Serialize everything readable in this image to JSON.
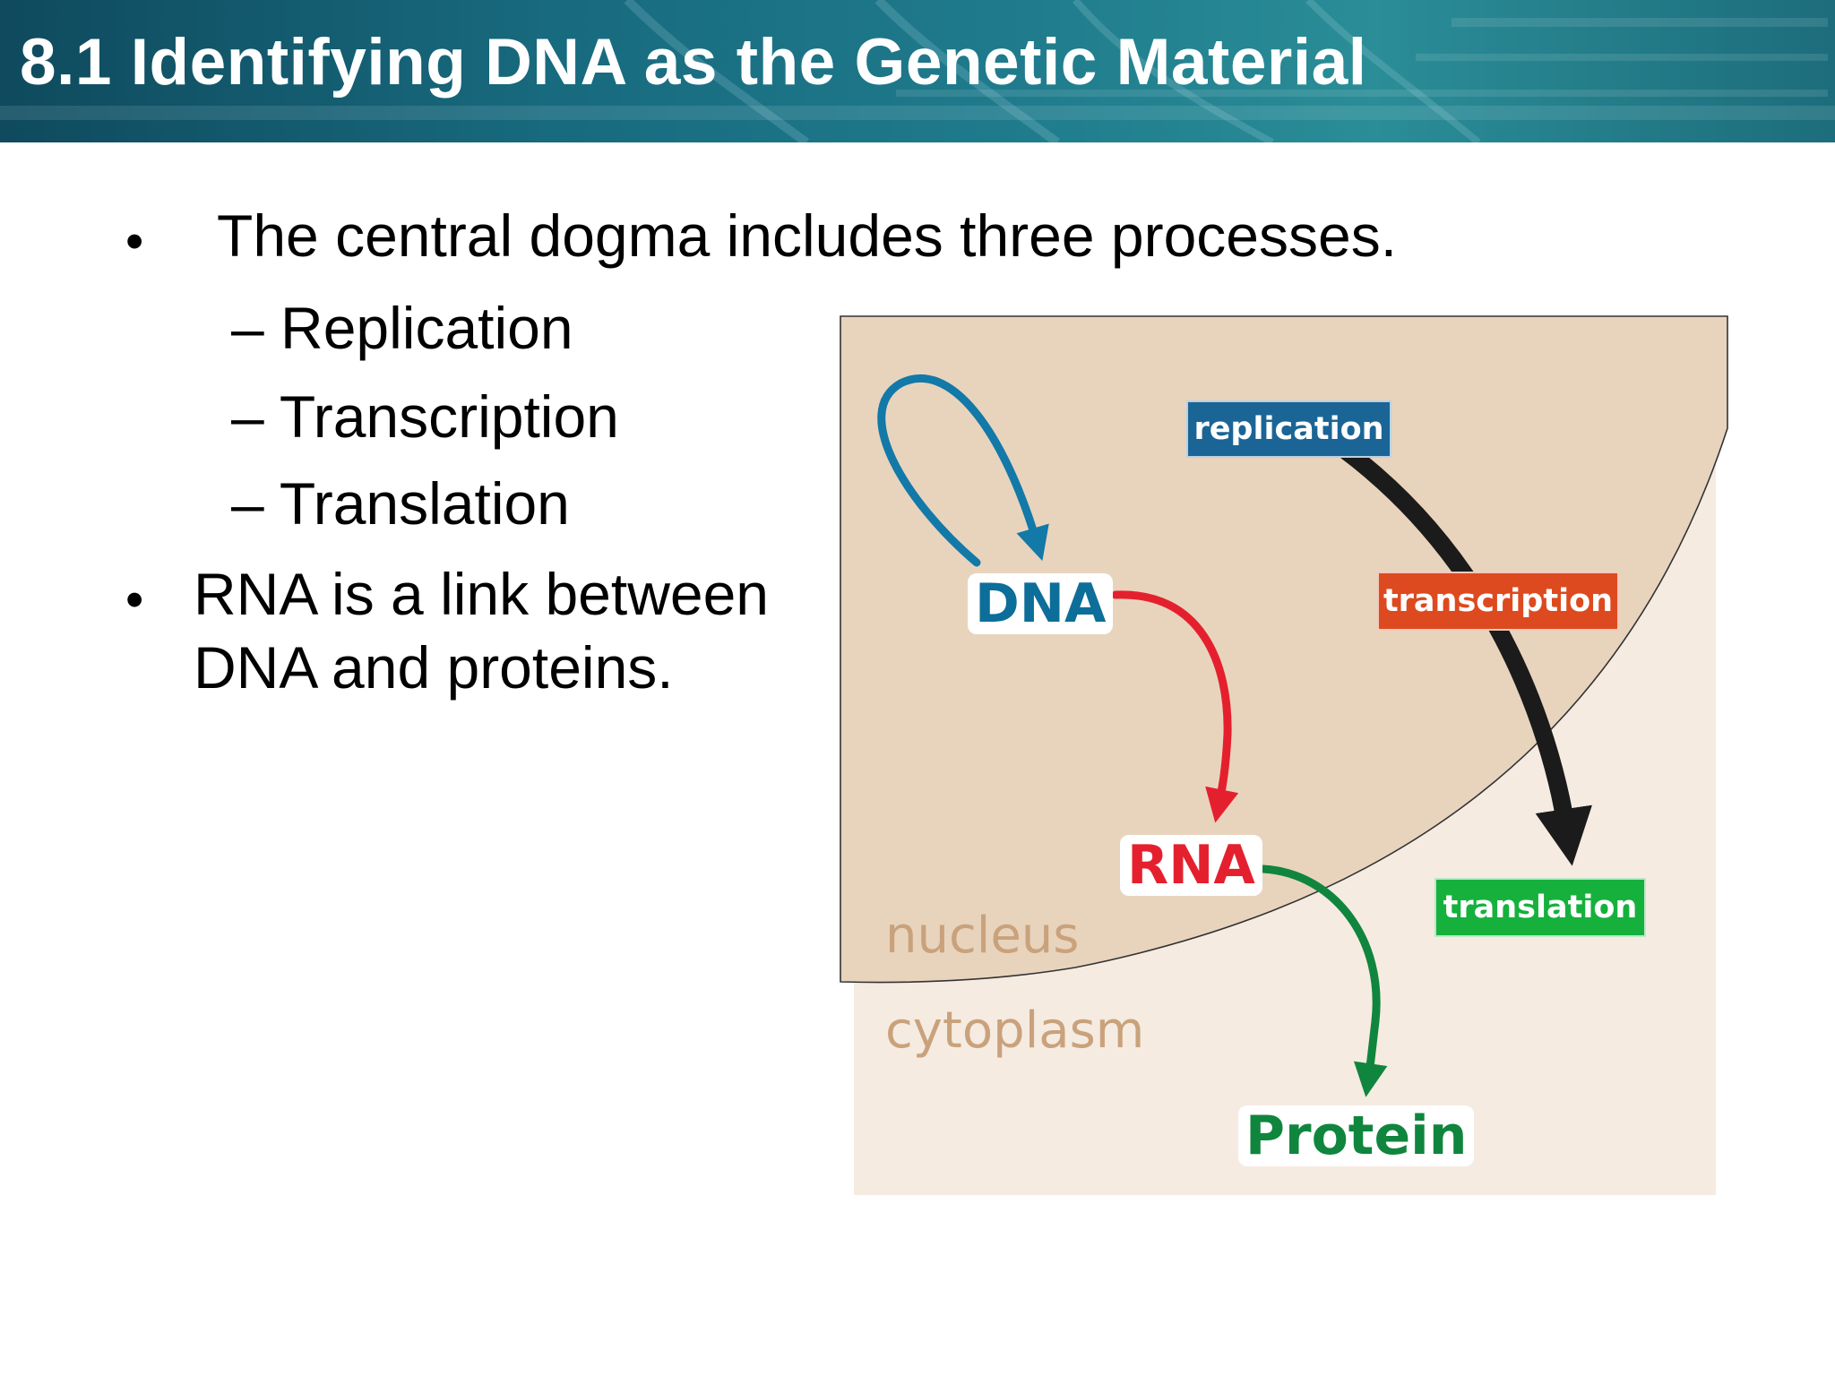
{
  "header": {
    "title": "8.1 Identifying DNA as the Genetic Material"
  },
  "content": {
    "bullets": [
      {
        "marker": "•",
        "text": "The central dogma includes three processes.",
        "subitems": [
          "– Replication",
          "– Transcription",
          "– Translation"
        ]
      },
      {
        "marker": "•",
        "line1": "RNA is a link between",
        "line2": "DNA and proteins."
      }
    ]
  },
  "diagram": {
    "process_labels": {
      "replication": "replication",
      "transcription": "transcription",
      "translation": "translation"
    },
    "molecules": {
      "dna": "DNA",
      "rna": "RNA",
      "protein": "Protein"
    },
    "regions": {
      "nucleus": "nucleus",
      "cytoplasm": "cytoplasm"
    },
    "colors": {
      "replication": "#1a6596",
      "transcription": "#dd4a1f",
      "translation": "#16b13d",
      "dna_text": "#0d6e99",
      "rna_text": "#e5202e",
      "protein_text": "#10853e",
      "nucleus_fill": "#e8d4bd",
      "cytoplasm_fill": "#f5ebe1"
    }
  }
}
